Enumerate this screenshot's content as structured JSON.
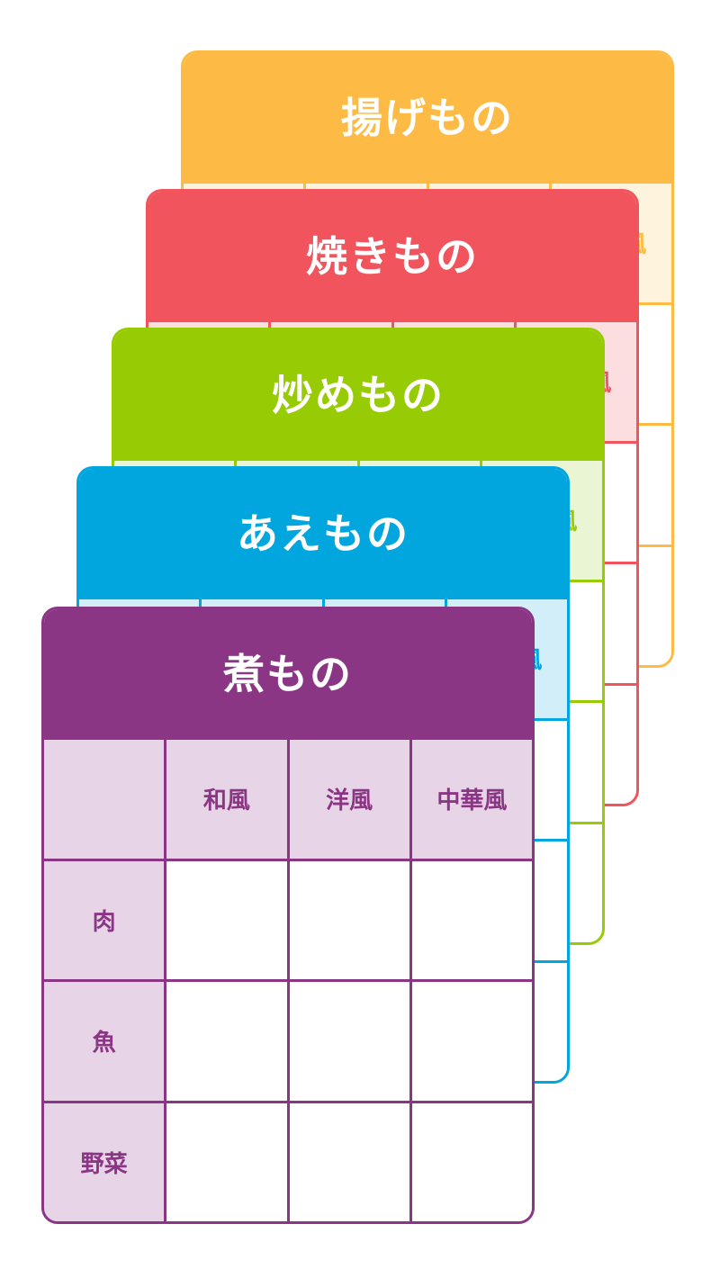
{
  "cards": [
    {
      "title": "揚げもの",
      "color": "#FDBB45",
      "tint": "#FEF4DD"
    },
    {
      "title": "焼きもの",
      "color": "#F1545C",
      "tint": "#FCDDE0"
    },
    {
      "title": "炒めもの",
      "color": "#97CC04",
      "tint": "#EAF5D3"
    },
    {
      "title": "あえもの",
      "color": "#02A6DF",
      "tint": "#D2EEF9"
    },
    {
      "title": "煮もの",
      "color": "#8B3585",
      "tint": "#E7D4E6"
    }
  ],
  "table": {
    "corner": "",
    "columns": [
      "和風",
      "洋風",
      "中華風"
    ],
    "rows": [
      "肉",
      "魚",
      "野菜"
    ]
  }
}
